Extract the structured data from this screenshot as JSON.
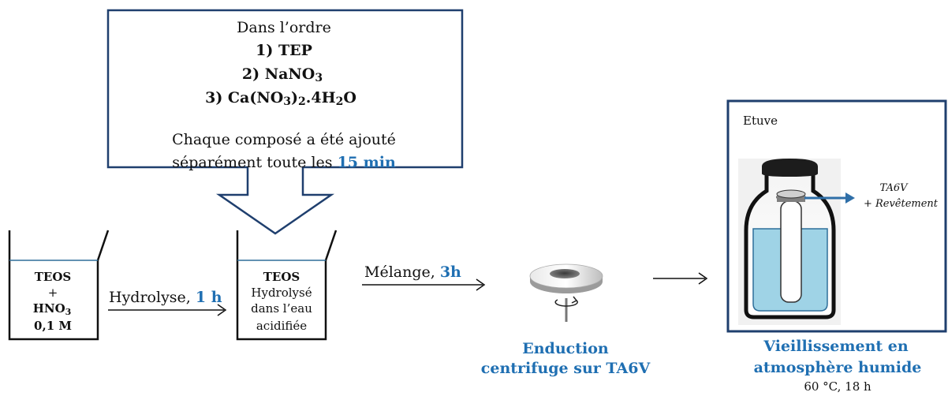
{
  "callout": {
    "title": "Dans l’ordre",
    "step1": "1) TEP",
    "step2_prefix": "2) NaNO",
    "step2_sub": "3",
    "step3_a": "3) Ca(NO",
    "step3_sub1": "3",
    "step3_b": ")",
    "step3_sub2": "2",
    "step3_c": ".4H",
    "step3_sub3": "2",
    "step3_d": "O",
    "note_line1": "Chaque composé a été ajouté",
    "note_line2_prefix": "séparément toute les ",
    "note_line2_highlight": "15 min"
  },
  "beaker1": {
    "line1": "TEOS",
    "line2": "+",
    "line3_prefix": "HNO",
    "line3_sub": "3",
    "line4": "0,1 M"
  },
  "arrow1": {
    "label_prefix": "Hydrolyse, ",
    "label_highlight": "1 h"
  },
  "beaker2": {
    "line1": "TEOS",
    "line2": "Hydrolysé",
    "line3": "dans l’eau",
    "line4": "acidifiée"
  },
  "arrow2": {
    "label_prefix": "Mélange, ",
    "label_highlight": "3h"
  },
  "spin": {
    "caption_line1": "Enduction",
    "caption_line2": "centrifuge sur TA6V"
  },
  "oven": {
    "label": "Etuve",
    "sample_label_line1": "TA6V",
    "sample_label_line2": "+ Revêtement",
    "caption_line1": "Vieillissement en",
    "caption_line2": "atmosphère humide",
    "conditions": "60 °C, 18 h"
  },
  "colors": {
    "accent_blue": "#1f6fb2",
    "frame_navy": "#1f3f6e",
    "liquid": "#9fd3e6",
    "liquid_line": "#2f6f9a"
  }
}
